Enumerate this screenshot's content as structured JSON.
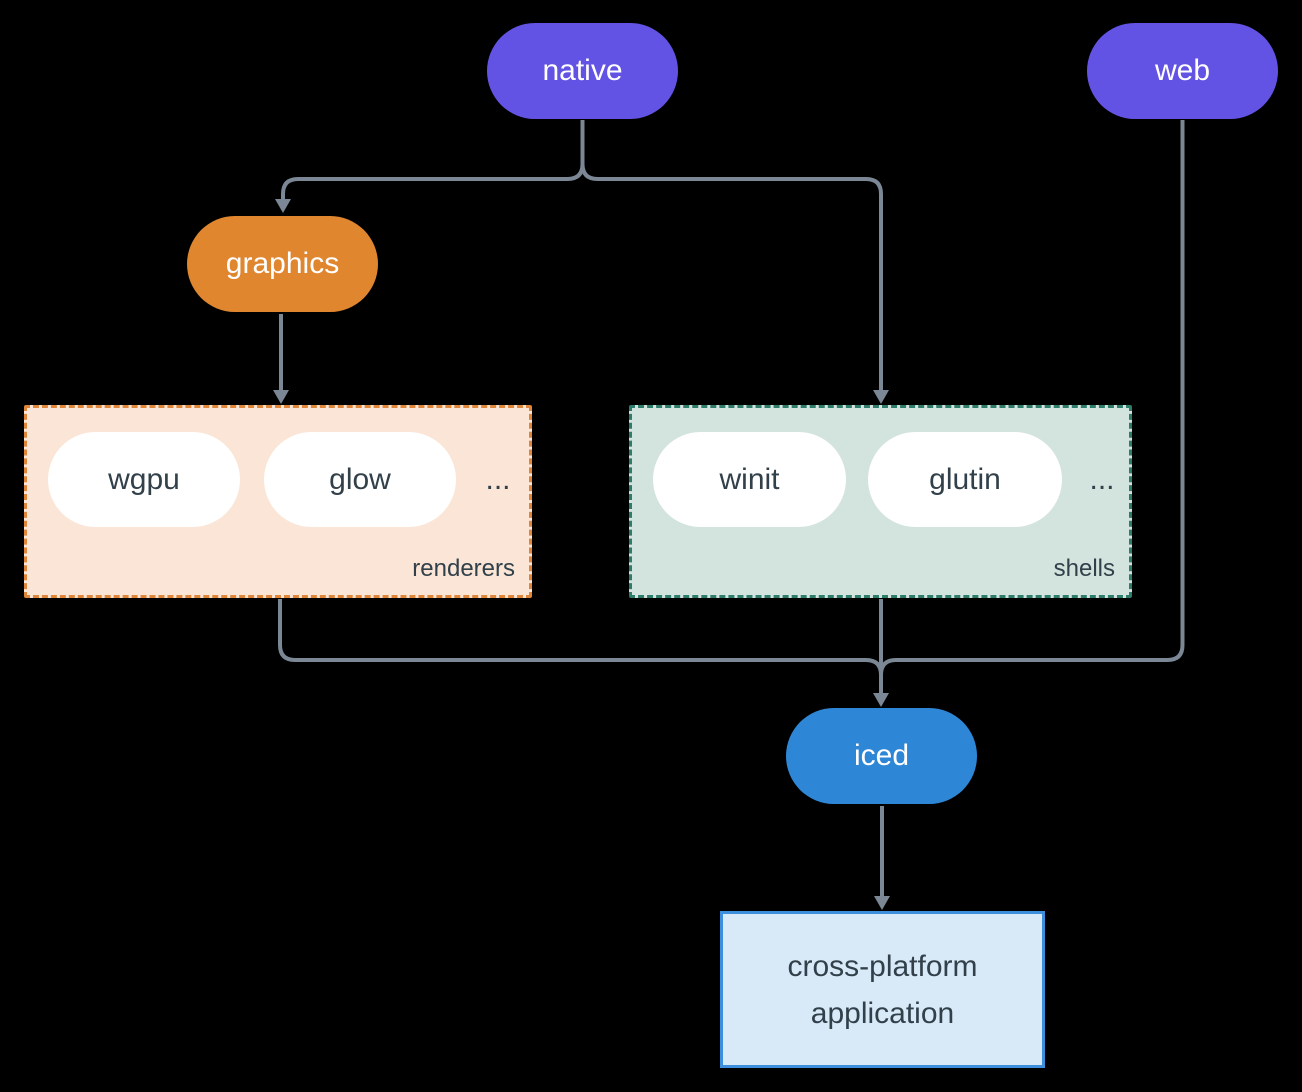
{
  "colors": {
    "background": "#000000",
    "purple": "#6353e4",
    "orange": "#e0862f",
    "blue": "#2e87d6",
    "peach_bg": "#fae5d6",
    "peach_border": "#e0863a",
    "sage_bg": "#d3e3dd",
    "sage_border": "#2e7d6b",
    "app_bg": "#d8e9f8",
    "app_border": "#3e8ede",
    "line": "#7b8794",
    "dark_text": "#32404a",
    "white_text": "#ffffff"
  },
  "nodes": {
    "native": {
      "label": "native"
    },
    "web": {
      "label": "web"
    },
    "graphics": {
      "label": "graphics"
    },
    "iced": {
      "label": "iced"
    },
    "application": {
      "label_line1": "cross-platform",
      "label_line2": "application"
    }
  },
  "groups": {
    "renderers": {
      "label": "renderers",
      "items": [
        "wgpu",
        "glow"
      ],
      "ellipsis": "..."
    },
    "shells": {
      "label": "shells",
      "items": [
        "winit",
        "glutin"
      ],
      "ellipsis": "..."
    }
  },
  "edges": [
    {
      "from": "native",
      "to": "graphics"
    },
    {
      "from": "native",
      "to": "shells"
    },
    {
      "from": "graphics",
      "to": "renderers"
    },
    {
      "from": "renderers",
      "to": "iced"
    },
    {
      "from": "shells",
      "to": "iced"
    },
    {
      "from": "web",
      "to": "iced"
    },
    {
      "from": "iced",
      "to": "application"
    }
  ]
}
